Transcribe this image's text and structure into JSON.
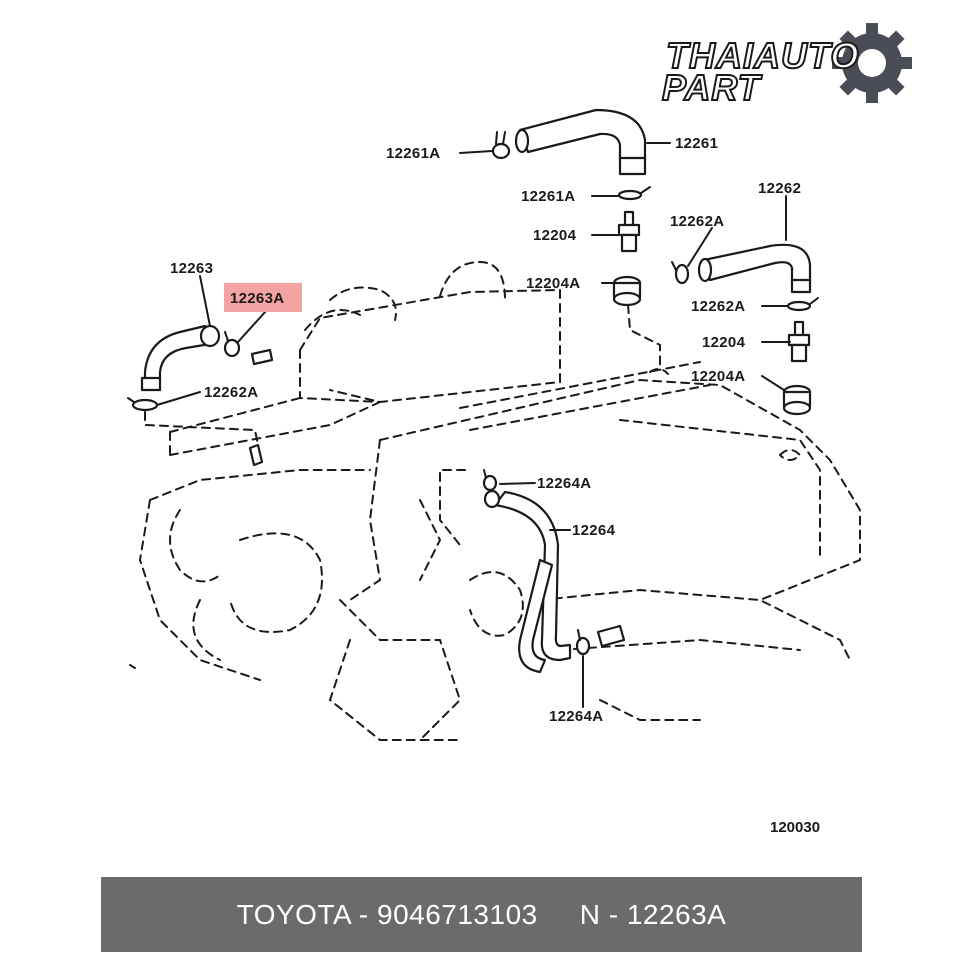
{
  "brand": {
    "logo_word_1": "THAIAUTO",
    "logo_word_2": "PART",
    "gear_color": "#4a4d55",
    "icon": "gear-icon"
  },
  "callouts": {
    "c12261A_top": "12261A",
    "c12261": "12261",
    "c12261A_mid": "12261A",
    "c12204_left": "12204",
    "c12204A_left": "12204A",
    "c12262": "12262",
    "c12262A_top": "12262A",
    "c12262A_mid": "12262A",
    "c12204_right": "12204",
    "c12204A_right": "12204A",
    "c12263": "12263",
    "c12263A": "12263A",
    "c12262A_left": "12262A",
    "c12264A_top": "12264A",
    "c12264": "12264",
    "c12264A_bottom": "12264A"
  },
  "highlight": {
    "part": "12263A",
    "color": "#f4a3a3"
  },
  "diagram_number": "120030",
  "caption": {
    "left": "TOYOTA - 9046713103",
    "right": "N - 12263A",
    "bar_color": "#6b6b6b"
  }
}
